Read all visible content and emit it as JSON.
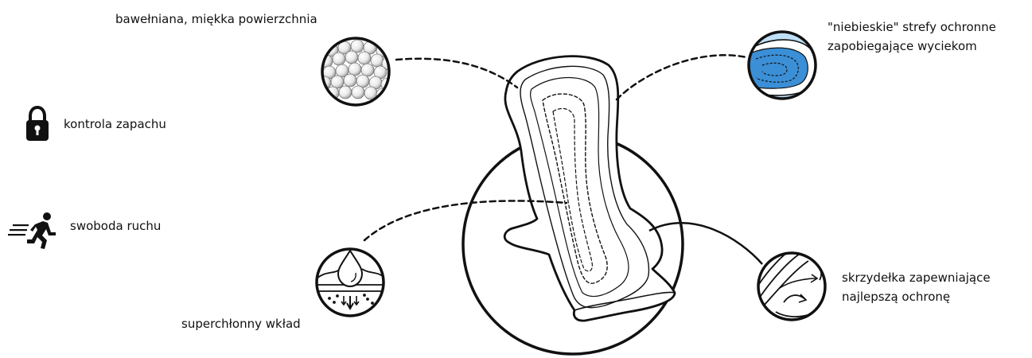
{
  "labels": {
    "cotton": "bawełniana, miękka powierzchnia",
    "odor": "kontrola zapachu",
    "movement": "swoboda ruchu",
    "absorbent": "superchłonny wkład",
    "blue_zones_line1": "\"niebieskie\" strefy ochronne",
    "blue_zones_line2": "zapobiegające wyciekom",
    "wings_line1": "skrzydełka zapewniające",
    "wings_line2": "najlepszą ochronę"
  },
  "icons": {
    "odor": "lock-icon",
    "movement": "running-person-icon",
    "cotton": "cotton-balls-icon",
    "absorbent": "water-drop-icon",
    "blue_zones": "blue-zones-icon",
    "wings": "wings-icon"
  },
  "colors": {
    "ink": "#111111",
    "blue_zone": "#3b8fd6",
    "blue_zone_light": "#bfe0f7"
  }
}
